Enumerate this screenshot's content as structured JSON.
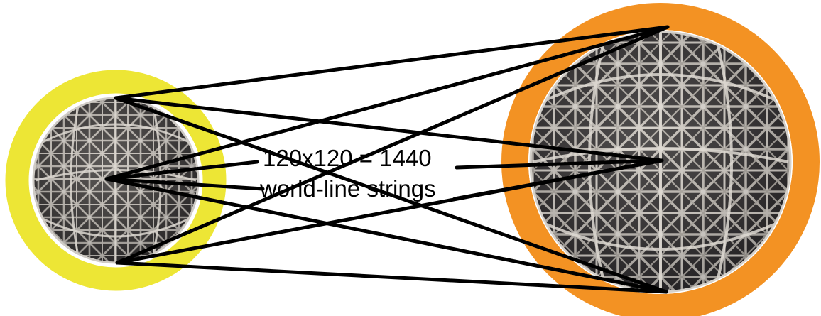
{
  "colors": {
    "left_ring": "#EDE635",
    "right_ring": "#F39223",
    "sphere_fill": "#8f8c88",
    "sphere_dark": "#1a1a1c",
    "strut": "#d9d5cf",
    "string": "#000000",
    "background": "#ffffff"
  },
  "label": {
    "line1": "120x120 = 1440",
    "line2": "world-line strings"
  },
  "nodes": {
    "left": [
      "left-top-node",
      "left-middle-node",
      "left-bottom-node"
    ],
    "right": [
      "right-top-node",
      "right-middle-node",
      "right-bottom-node"
    ]
  },
  "icons": {
    "left_sphere": "geodesic-lattice-sphere-small",
    "right_sphere": "geodesic-lattice-sphere-large"
  }
}
